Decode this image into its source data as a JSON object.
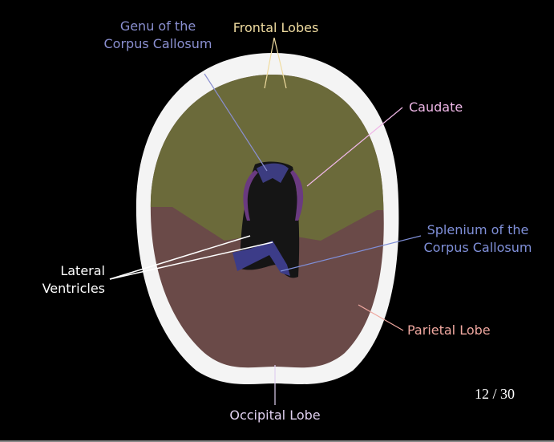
{
  "labels": {
    "genu": [
      "Genu of the",
      "Corpus Callosum"
    ],
    "frontal": "Frontal Lobes",
    "caudate": "Caudate",
    "splenium": [
      "Splenium of the",
      "Corpus Callosum"
    ],
    "lateral": [
      "Lateral",
      "Ventricles"
    ],
    "parietal": "Parietal Lobe",
    "occipital": "Occipital Lobe"
  },
  "slide_counter": "12 / 30",
  "colors": {
    "genu": "#8a8fd0",
    "frontal": "#f0dca0",
    "caudate": "#f0b8e8",
    "splenium": "#7f8fd8",
    "lateral": "#ffffff",
    "parietal": "#f0a8a0",
    "occipital": "#e0d0f0"
  }
}
